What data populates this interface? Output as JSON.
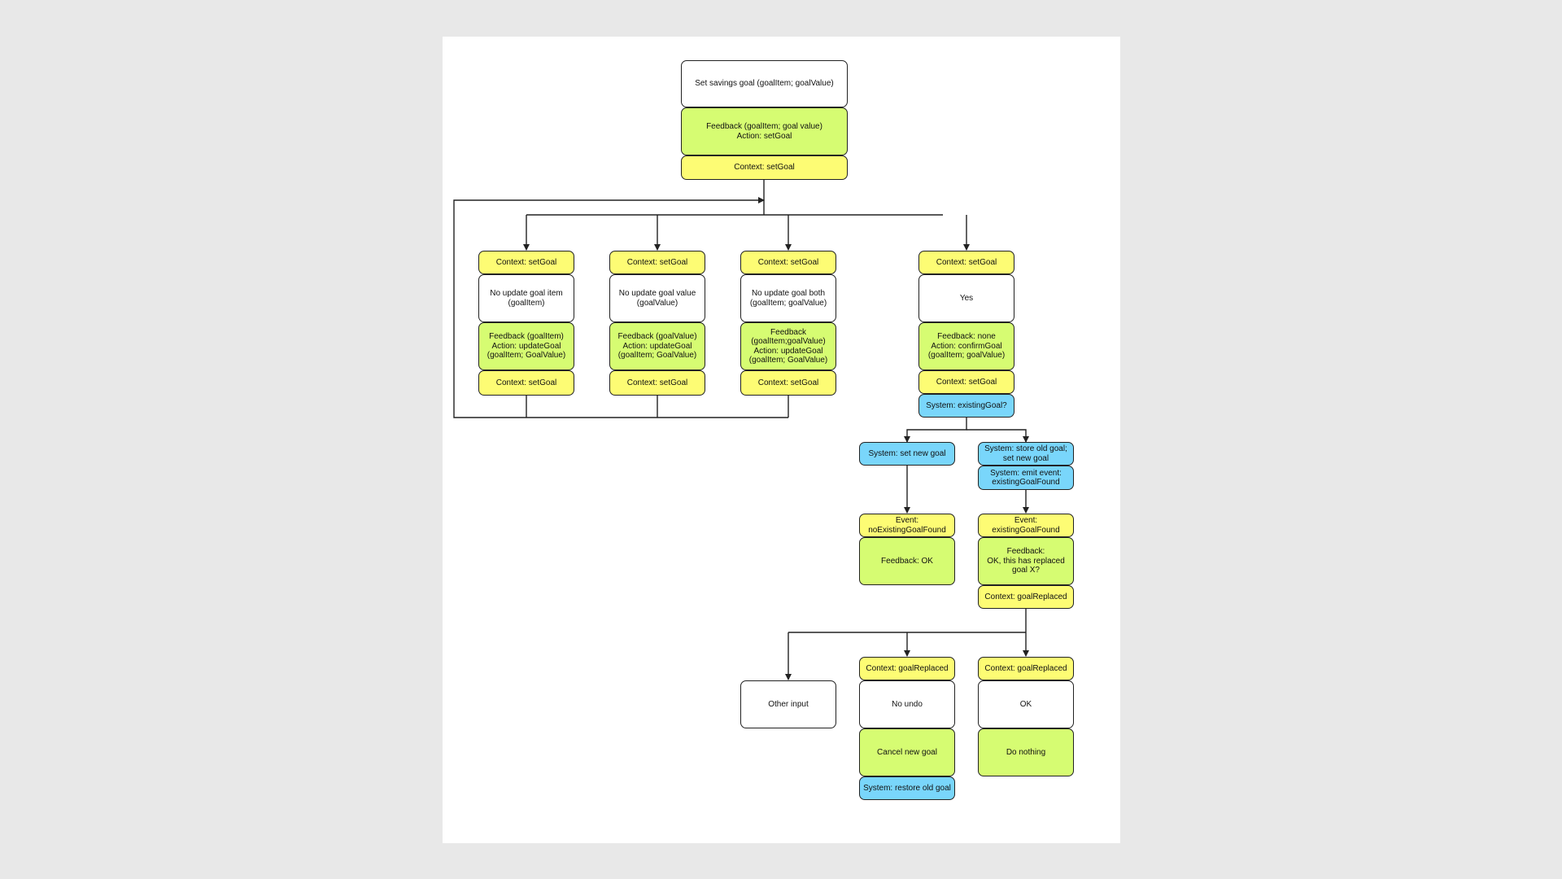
{
  "colors": {
    "white": "#ffffff",
    "green": "#d6fc72",
    "yellow": "#fdfc74",
    "blue": "#79d6fb",
    "line": "#222222",
    "background": "#e8e8e8"
  },
  "nodes": {
    "set_savings_goal": "Set savings goal (goalItem; goalValue)",
    "feedback_setgoal": "Feedback (goalItem; goal value)\nAction: setGoal",
    "context_setgoal_top": "Context: setGoal",
    "b1_context": "Context: setGoal",
    "b1_input": "No update goal item\n(goalItem)",
    "b1_feedback": "Feedback (goalItem)\nAction: updateGoal\n(goalItem; GoalValue)",
    "b1_context_out": "Context: setGoal",
    "b2_context": "Context: setGoal",
    "b2_input": "No update goal value\n(goalValue)",
    "b2_feedback": "Feedback (goalValue)\nAction: updateGoal\n(goalItem; GoalValue)",
    "b2_context_out": "Context: setGoal",
    "b3_context": "Context: setGoal",
    "b3_input": "No update goal both\n(goalItem; goalValue)",
    "b3_feedback": "Feedback\n(goalItem;goalValue)\nAction: updateGoal\n(goalItem; GoalValue)",
    "b3_context_out": "Context: setGoal",
    "b4_context": "Context: setGoal",
    "b4_input": "Yes",
    "b4_feedback": "Feedback: none\nAction: confirmGoal\n(goalItem; goalValue)",
    "b4_context_out": "Context: setGoal",
    "system_existing_goal": "System: existingGoal?",
    "system_set_new_goal": "System: set new goal",
    "system_store_old_goal": "System: store old goal;\nset new goal",
    "system_emit_event": "System: emit event:\nexistingGoalFound",
    "event_no_existing": "Event:\nnoExistingGoalFound",
    "feedback_ok": "Feedback: OK",
    "event_existing_found": "Event: existingGoalFound",
    "feedback_replaced": "Feedback:\nOK, this has replaced\ngoal X?",
    "context_goal_replaced": "Context: goalReplaced",
    "other_input": "Other input",
    "c2_context": "Context: goalReplaced",
    "c2_input": "No undo",
    "c2_feedback": "Cancel new goal",
    "c2_system": "System: restore old goal",
    "c3_context": "Context: goalReplaced",
    "c3_input": "OK",
    "c3_feedback": "Do nothing"
  }
}
